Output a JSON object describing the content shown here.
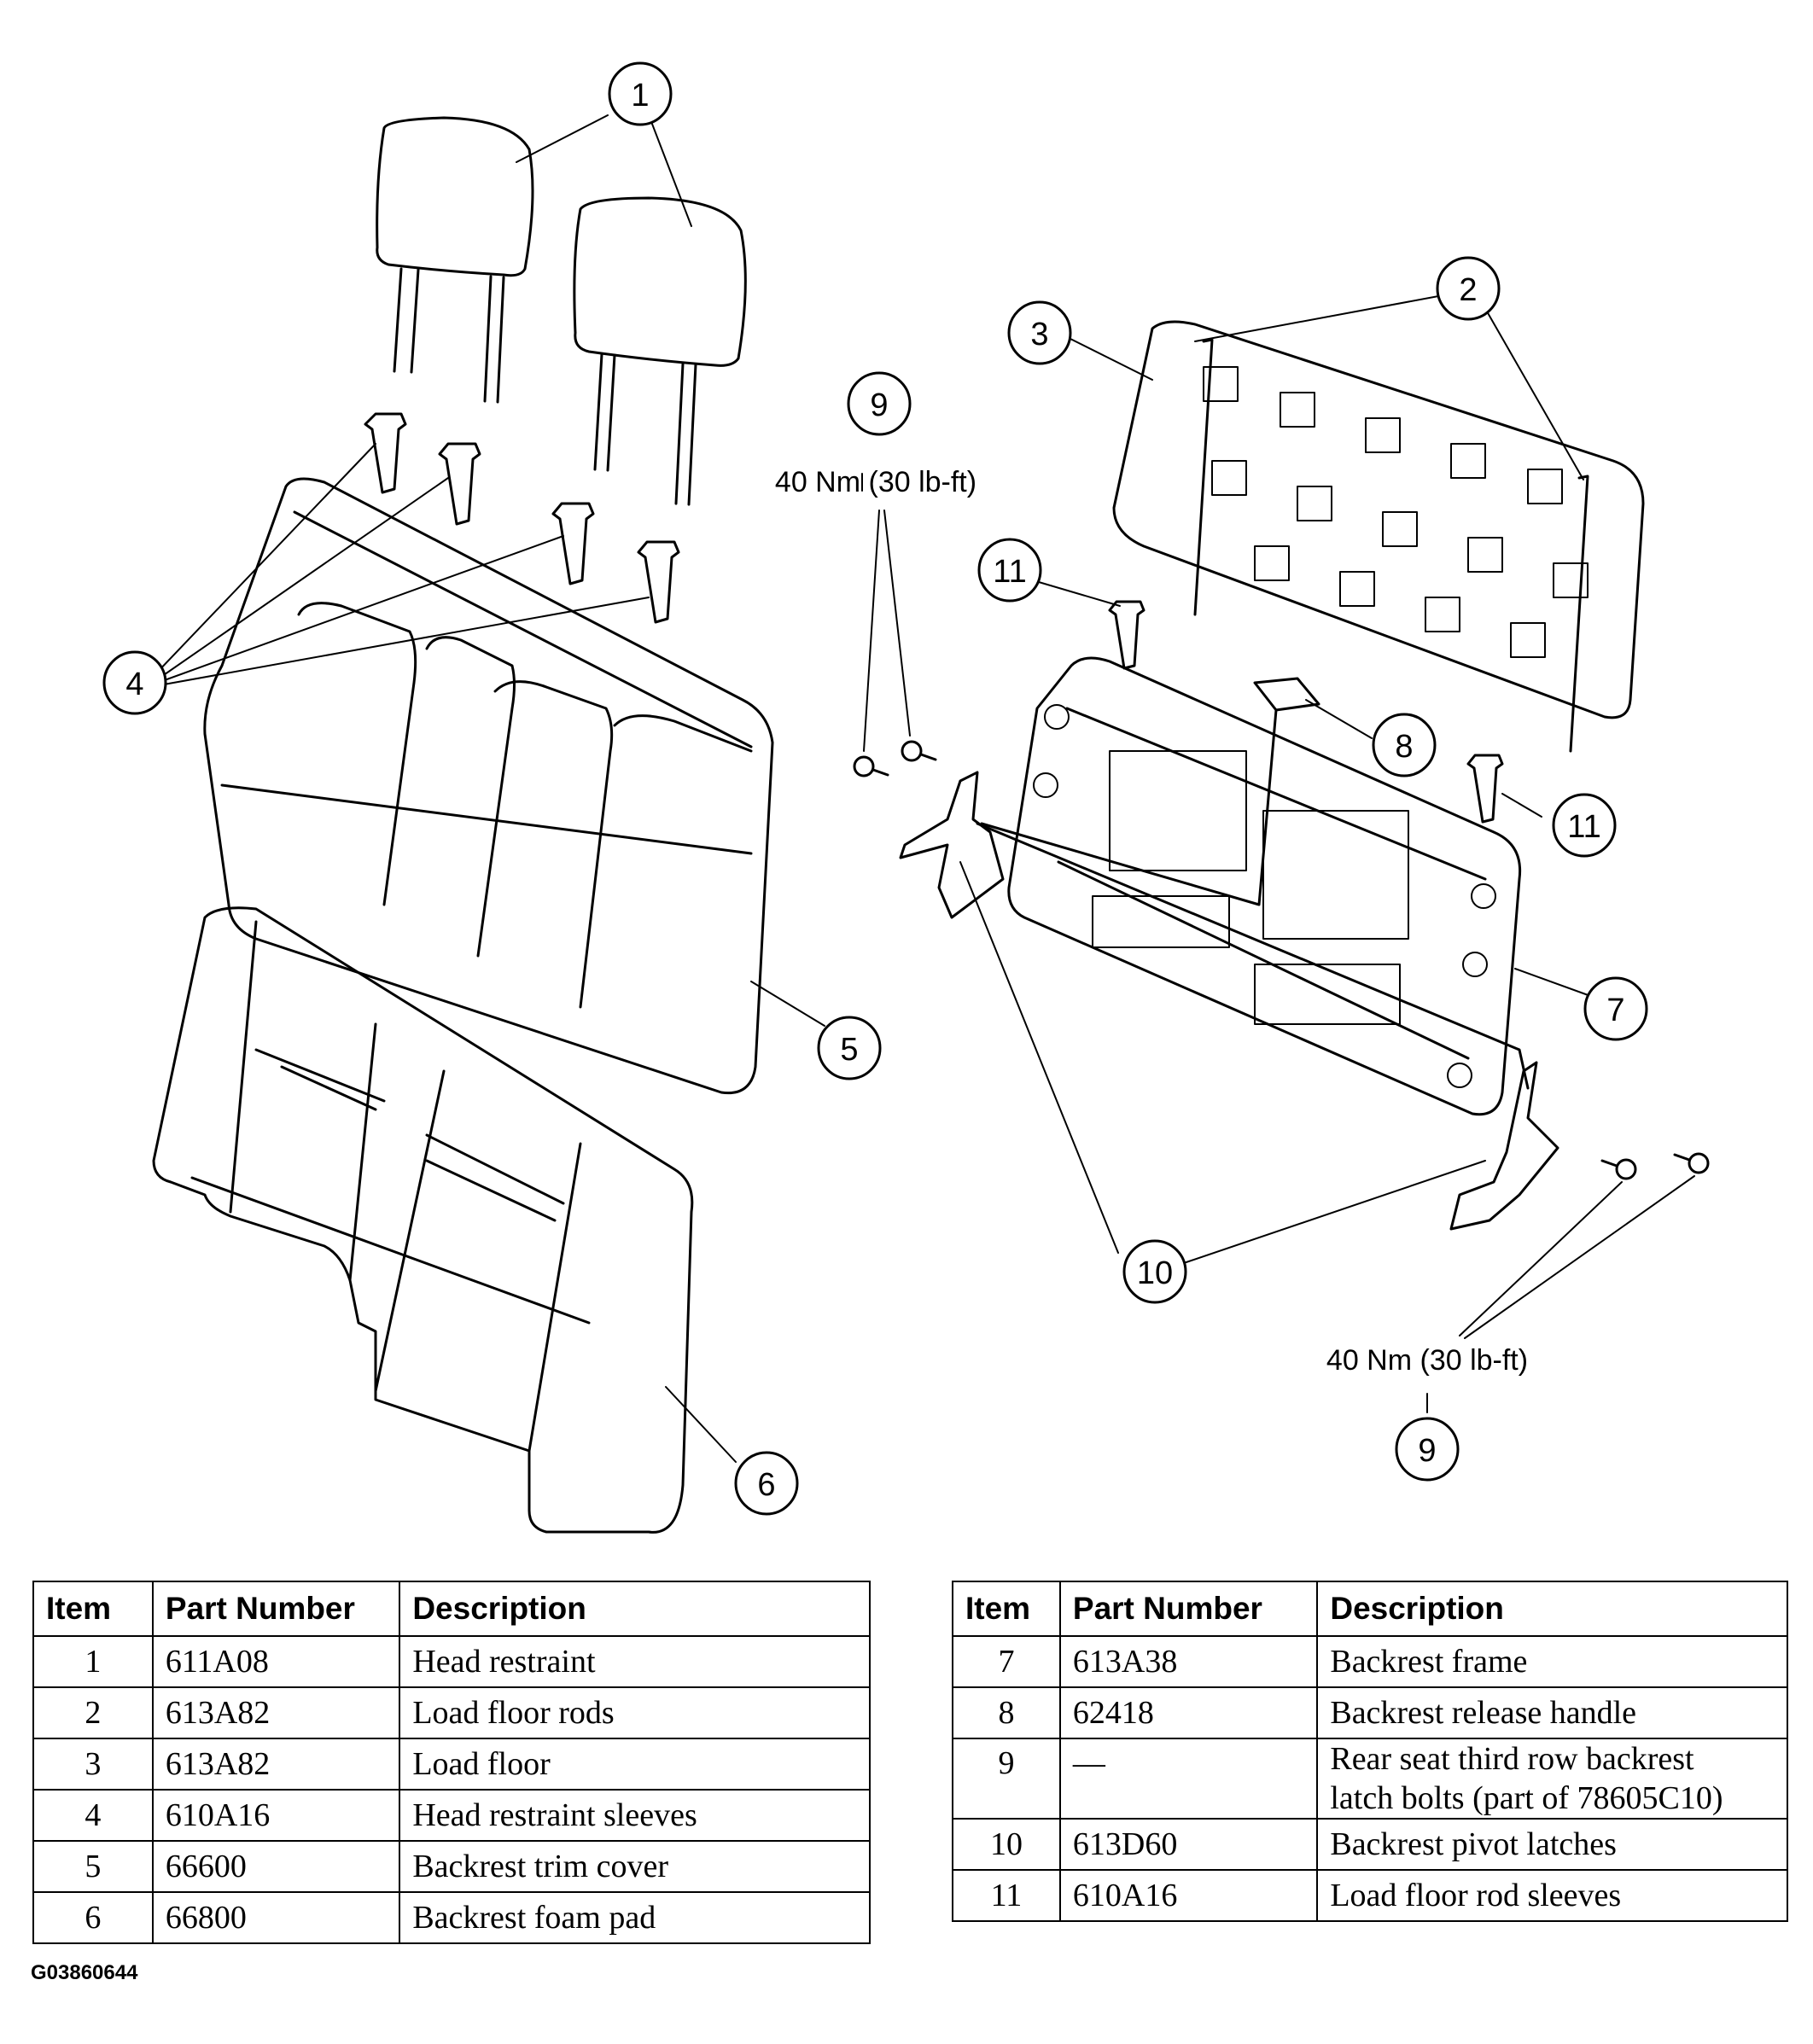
{
  "callouts": [
    "1",
    "2",
    "3",
    "4",
    "5",
    "6",
    "7",
    "8",
    "9",
    "9",
    "10",
    "11",
    "11"
  ],
  "torque_labels": [
    "40 Nm (30 lb-ft)",
    "40 Nm (30 lb-ft)"
  ],
  "tables": {
    "left": {
      "headers": [
        "Item",
        "Part Number",
        "Description"
      ],
      "rows": [
        [
          "1",
          "611A08",
          "Head restraint"
        ],
        [
          "2",
          "613A82",
          "Load floor rods"
        ],
        [
          "3",
          "613A82",
          "Load floor"
        ],
        [
          "4",
          "610A16",
          "Head restraint sleeves"
        ],
        [
          "5",
          "66600",
          "Backrest trim cover"
        ],
        [
          "6",
          "66800",
          "Backrest foam pad"
        ]
      ]
    },
    "right": {
      "headers": [
        "Item",
        "Part Number",
        "Description"
      ],
      "rows": [
        [
          "7",
          "613A38",
          "Backrest frame"
        ],
        [
          "8",
          "62418",
          "Backrest release handle"
        ],
        [
          "9",
          "—",
          "Rear seat third row backrest\nlatch bolts (part of 78605C10)"
        ],
        [
          "10",
          "613D60",
          "Backrest pivot latches"
        ],
        [
          "11",
          "610A16",
          "Load floor rod sleeves"
        ]
      ]
    }
  },
  "figure_code": "G03860644"
}
